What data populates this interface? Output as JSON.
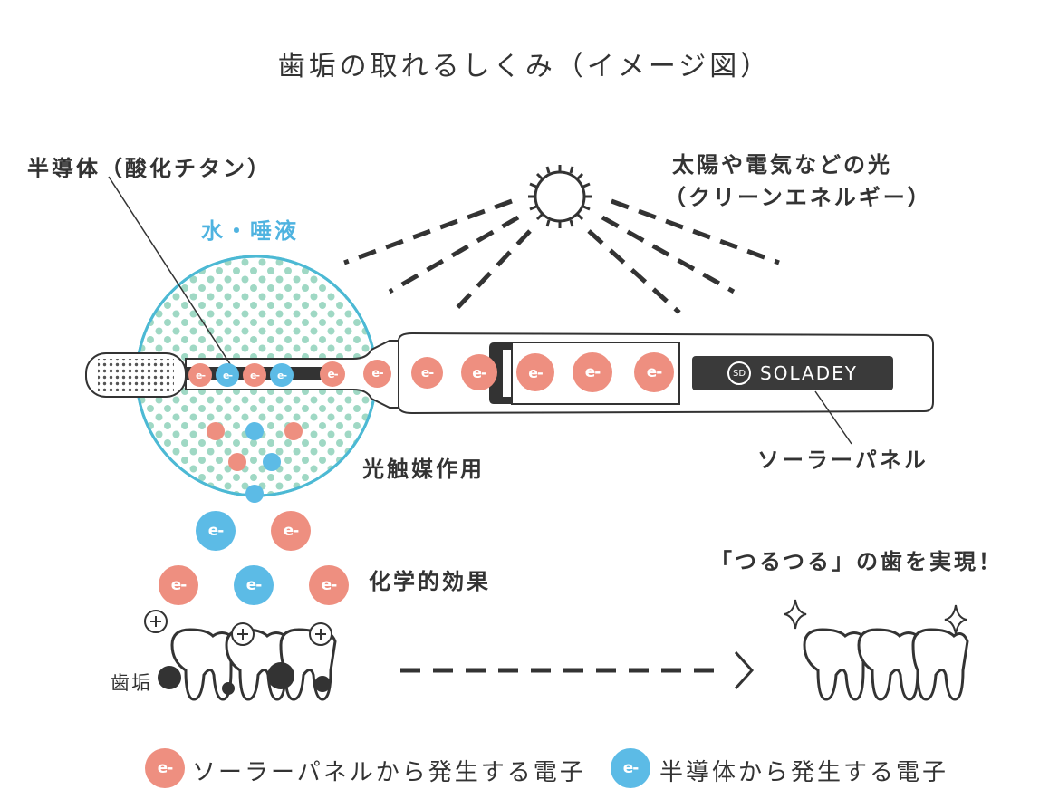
{
  "title": "歯垢の取れるしくみ（イメージ図）",
  "labels": {
    "semiconductor": "半導体（酸化チタン）",
    "water": "水・唾液",
    "light_line1": "太陽や電気などの光",
    "light_line2": "（クリーンエネルギー）",
    "solar_panel": "ソーラーパネル",
    "photocatalysis": "光触媒作用",
    "chemical_effect": "化学的効果",
    "result": "「つるつる」の歯を実現！",
    "plaque": "歯垢"
  },
  "brand": {
    "name": "SOLADEY",
    "mark": "SD"
  },
  "electron_label": "e-",
  "legend": [
    {
      "color": "red",
      "text": "ソーラーパネルから発生する電子"
    },
    {
      "color": "blue",
      "text": "半導体から発生する電子"
    }
  ],
  "colors": {
    "electron_red": "#ee8f80",
    "electron_blue": "#5cbbe6",
    "water_circle": "#4cb9d4",
    "water_dots": "#9fd8c4",
    "line": "#333333"
  }
}
